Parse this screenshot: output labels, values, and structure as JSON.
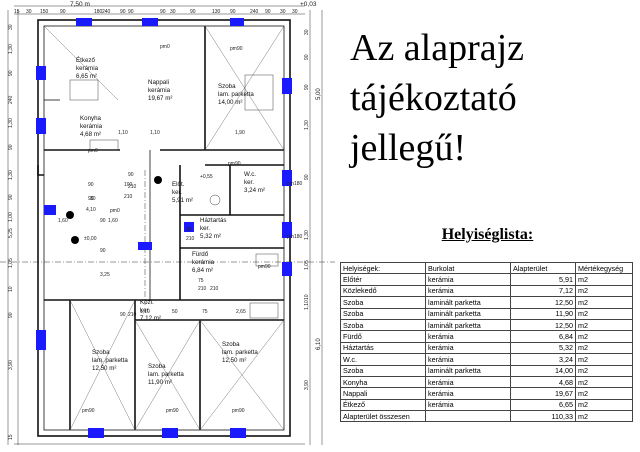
{
  "plan": {
    "top_dims": [
      "7,50 m",
      "+0,03",
      "15",
      "30",
      "150",
      "90",
      "180",
      "90",
      "90",
      "90",
      "130",
      "90",
      "240",
      "90",
      "30",
      "30",
      "240",
      "30",
      "90"
    ],
    "left_dims": [
      "30",
      "1,30",
      "90",
      "240",
      "1,30",
      "90",
      "1,30",
      "90",
      "1,00",
      "5,25",
      "1,05",
      "10",
      "90",
      "3,90",
      "15"
    ],
    "right_dims": [
      "5,00",
      "6,10",
      "90",
      "90",
      "1,30",
      "1,05",
      "3,90",
      "1,10",
      "10",
      "90",
      "1,30",
      "30"
    ],
    "rooms": [
      {
        "name": "Étkező",
        "floor": "kerámia",
        "area": "6,65 m²"
      },
      {
        "name": "Nappali",
        "floor": "kerámia",
        "area": "19,67 m²"
      },
      {
        "name": "Szoba",
        "floor": "lam. parketta",
        "area": "14,00 m²"
      },
      {
        "name": "Konyha",
        "floor": "kerámia",
        "area": "4,68 m²"
      },
      {
        "name": "Előt.",
        "floor": "ker.",
        "area": "5,91 m²"
      },
      {
        "name": "W.c.",
        "floor": "ker.",
        "area": "3,24 m²"
      },
      {
        "name": "Háztartás",
        "floor": "ker.",
        "area": "5,32 m²"
      },
      {
        "name": "Fürdő",
        "floor": "kerámia",
        "area": "6,84 m²"
      },
      {
        "name": "Közl.",
        "floor": "ker.",
        "area": "7,12 m²"
      },
      {
        "name": "Szoba",
        "floor": "lam. parketta",
        "area": "12,50 m²"
      },
      {
        "name": "Szoba",
        "floor": "lam. parketta",
        "area": "11,90 m²"
      },
      {
        "name": "Szoba",
        "floor": "lam. parketta",
        "area": "12,50 m²"
      }
    ],
    "interior_dims": [
      "1,10",
      "1,10",
      "1,90",
      "90",
      "90",
      "4,10",
      "30",
      "100",
      "210",
      "1,60",
      "90",
      "1,60",
      "210",
      "±0,00",
      "+0,55",
      "3,25",
      "90",
      "210",
      "1,10",
      "50",
      "75",
      "2,65",
      "90",
      "210",
      "90",
      "210",
      "75",
      "210",
      "90"
    ],
    "window_labels": [
      "pm0",
      "pm0",
      "pm90",
      "pm90",
      "pm0",
      "pm180",
      "pm180",
      "pm90",
      "pm90",
      "pm90",
      "pm90"
    ],
    "colors": {
      "wall": "#111111",
      "window": "#1a1aff",
      "wall_fill": "#cfcfcf"
    }
  },
  "notice": [
    "Az alaprajz",
    "tájékoztató",
    "jellegű!"
  ],
  "list": {
    "title": "Helyiséglista:",
    "headers": [
      "Helyiségek:",
      "Burkolat",
      "Alapterület",
      "Mértékegység"
    ],
    "rows": [
      [
        "Előtér",
        "kerámia",
        "5,91",
        "m2"
      ],
      [
        "Közlekedő",
        "kerámia",
        "7,12",
        "m2"
      ],
      [
        "Szoba",
        "laminált parketta",
        "12,50",
        "m2"
      ],
      [
        "Szoba",
        "laminált parketta",
        "11,90",
        "m2"
      ],
      [
        "Szoba",
        "laminált parketta",
        "12,50",
        "m2"
      ],
      [
        "Fürdő",
        "kerámia",
        "6,84",
        "m2"
      ],
      [
        "Háztartás",
        "kerámia",
        "5,32",
        "m2"
      ],
      [
        "W.c.",
        "kerámia",
        "3,24",
        "m2"
      ],
      [
        "Szoba",
        "laminált parketta",
        "14,00",
        "m2"
      ],
      [
        "Konyha",
        "kerámia",
        "4,68",
        "m2"
      ],
      [
        "Nappali",
        "kerámia",
        "19,67",
        "m2"
      ],
      [
        "Étkező",
        "kerámia",
        "6,65",
        "m2"
      ]
    ],
    "total": [
      "Alapterület összesen",
      "",
      "110,33",
      "m2"
    ]
  }
}
